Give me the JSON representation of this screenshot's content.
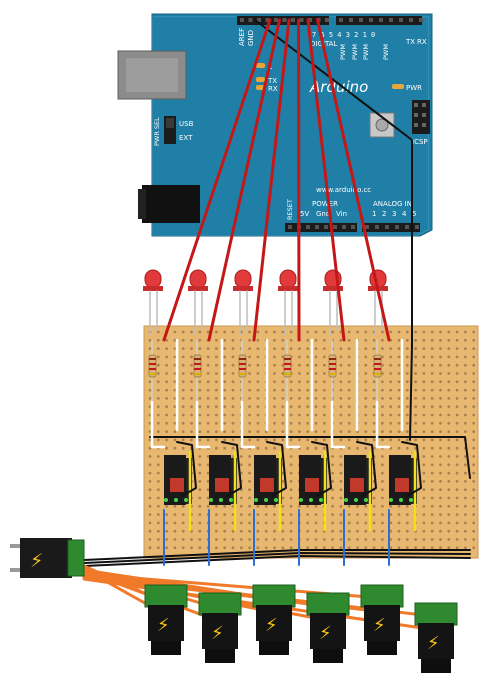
{
  "arduino": {
    "brand": "Arduino",
    "website": "www.arduino.cc",
    "digital_label": "DIGITAL",
    "digital_pins_text": "7 6 5 4 3 2 1 0",
    "aref_label": "AREF",
    "gnd_label": "GND",
    "tx_label": "TX",
    "rx_label": "RX",
    "tx_led": "TX",
    "rx_led": "RX",
    "l_led": "L",
    "pwm_label": "PWM",
    "pwr_label": "PWR",
    "icsp_label": "ICSP",
    "pwr_sel_label": "PWR SEL",
    "usb_label": "USB",
    "ext_label": "EXT",
    "power_label": "POWER",
    "analog_label": "ANALOG IN",
    "reset_label": "RESET",
    "power_pins": [
      "5V",
      "Gnd",
      "Vin"
    ],
    "analog_pins": [
      "1",
      "2",
      "3",
      "4",
      "5"
    ],
    "board_color": "#1f7fa6"
  },
  "circuit": {
    "channel_count": 6,
    "led_color": "#e23a3a",
    "wire_red": "#c41818",
    "wire_black": "#111111",
    "wire_orange": "#f07a2a",
    "wire_yellow": "#f2e01a",
    "wire_blue": "#2a6fd6",
    "stripboard_color": "#e8b871",
    "power_symbol": "⚡"
  }
}
